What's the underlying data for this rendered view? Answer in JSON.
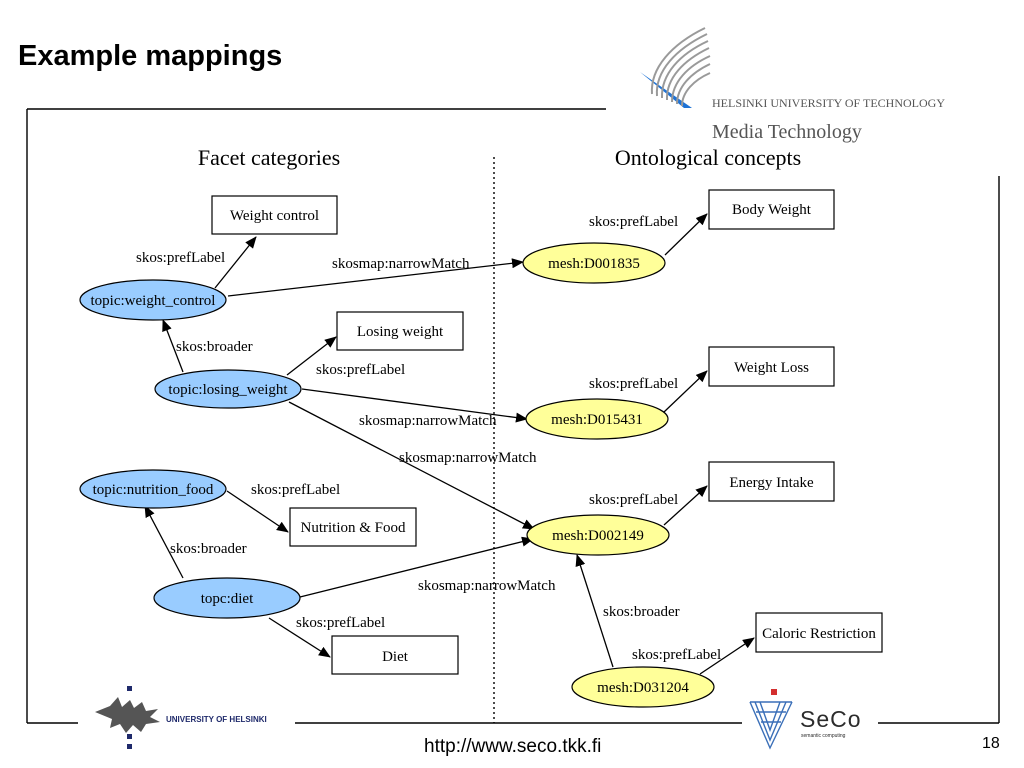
{
  "slide": {
    "title": "Example mappings",
    "footer_url": "http://www.seco.tkk.fi",
    "page_number": "18"
  },
  "branding": {
    "university_name": "HELSINKI UNIVERSITY OF TECHNOLOGY",
    "department": "Media Technology",
    "bottom_left_logo": "UNIVERSITY OF HELSINKI",
    "bottom_right_logo": "SeCo",
    "bottom_right_logo_tagline": "semantic computing"
  },
  "diagram": {
    "left_heading": "Facet categories",
    "right_heading": "Ontological concepts",
    "colors": {
      "facet_fill": "#99ccff",
      "concept_fill": "#ffff99",
      "stroke": "#000000",
      "logo_blue": "#1e73d6",
      "logo_gray": "#9a9a9a"
    },
    "facet_nodes": [
      "topic:weight_control",
      "topic:losing_weight",
      "topic:nutrition_food",
      "topc:diet"
    ],
    "concept_nodes": [
      "mesh:D001835",
      "mesh:D015431",
      "mesh:D002149",
      "mesh:D031204"
    ],
    "labels": [
      "Weight control",
      "Losing weight",
      "Nutrition & Food",
      "Diet",
      "Body Weight",
      "Weight Loss",
      "Energy Intake",
      "Caloric Restriction"
    ],
    "edge_labels": {
      "pref": "skos:prefLabel",
      "broader": "skos:broader",
      "narrow": "skosmap:narrowMatch"
    }
  }
}
